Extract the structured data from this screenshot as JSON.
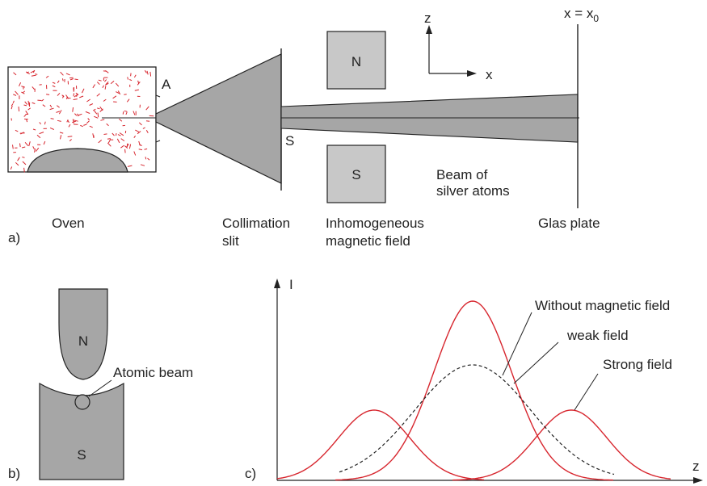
{
  "colors": {
    "apparatus_fill": "#a6a6a6",
    "line": "#222222",
    "red": "#d7262e"
  },
  "panel_a": {
    "panel_label": "a)",
    "oven": "Oven",
    "aperture": "A",
    "slit_marker": "S",
    "collimation_line1": "Collimation",
    "collimation_line2": "slit",
    "magnet_n": "N",
    "magnet_s": "S",
    "field_line1": "Inhomogeneous",
    "field_line2": "magnetic field",
    "beam_line1": "Beam of",
    "beam_line2": "silver atoms",
    "plate": "Glas plate",
    "axis_z": "z",
    "axis_x": "x",
    "plate_position": "x = x",
    "plate_position_sub": "0"
  },
  "panel_b": {
    "panel_label": "b)",
    "pole_n": "N",
    "pole_s": "S",
    "atomic_beam": "Atomic beam"
  },
  "panel_c": {
    "panel_label": "c)",
    "y_axis": "I",
    "x_axis": "z",
    "without_field": "Without magnetic field",
    "weak_field": "weak field",
    "strong_field": "Strong field"
  }
}
